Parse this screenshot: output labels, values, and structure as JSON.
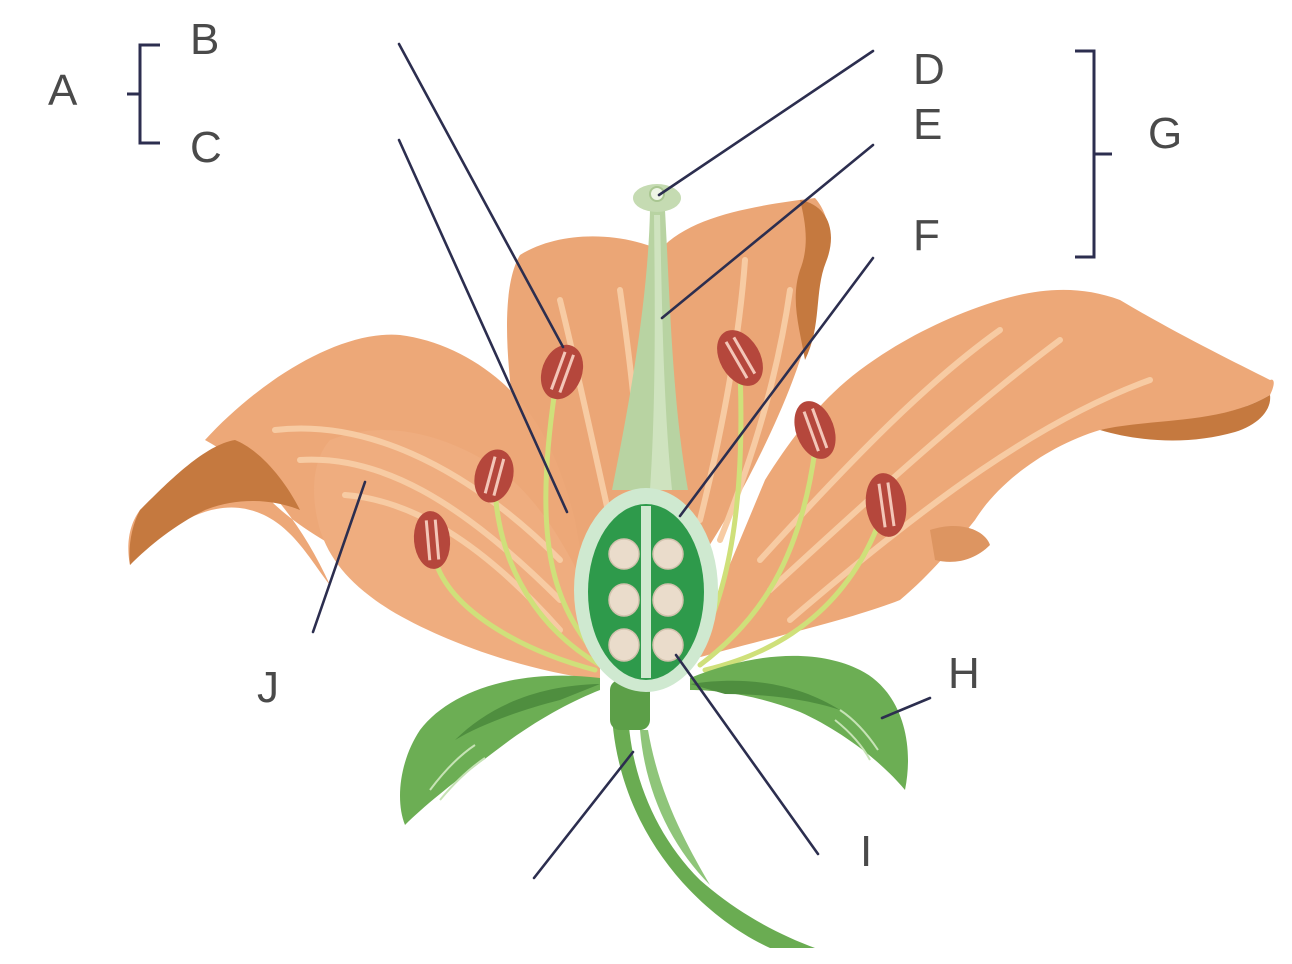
{
  "diagram": {
    "labels": {
      "A": "A",
      "B": "B",
      "C": "C",
      "D": "D",
      "E": "E",
      "F": "F",
      "G": "G",
      "H": "H",
      "I": "I",
      "J": "J"
    },
    "colors": {
      "petal": "#eda878",
      "petal_light": "#f3bd90",
      "petal_vein": "#f7cba3",
      "petal_dark": "#c5793f",
      "stamen_filament": "#cfe07a",
      "anther": "#b5473c",
      "anther_dark": "#8e3029",
      "pistil": "#b8d3a2",
      "pistil_light": "#cfe3bf",
      "ovary_inner": "#2e9a4b",
      "ovule": "#eadccb",
      "sepal": "#6cae54",
      "sepal_dark": "#4f8e3f",
      "stem": "#6aac52",
      "leader_line": "#2c2e4f",
      "label_text": "#4a4a4a"
    }
  }
}
